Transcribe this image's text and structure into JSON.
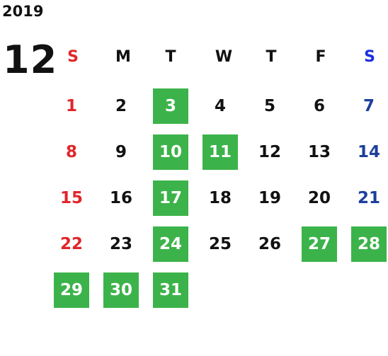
{
  "calendar": {
    "year": "2019",
    "month": "12",
    "weekdays": [
      "S",
      "M",
      "T",
      "W",
      "T",
      "F",
      "S"
    ],
    "weeks": [
      [
        "",
        "",
        "",
        "",
        "",
        "",
        ""
      ],
      [
        "1",
        "2",
        "3",
        "4",
        "5",
        "6",
        "7"
      ],
      [
        "8",
        "9",
        "10",
        "11",
        "12",
        "13",
        "14"
      ],
      [
        "15",
        "16",
        "17",
        "18",
        "19",
        "20",
        "21"
      ],
      [
        "22",
        "23",
        "24",
        "25",
        "26",
        "27",
        "28"
      ],
      [
        "29",
        "30",
        "31",
        "",
        "",
        "",
        ""
      ]
    ],
    "highlighted_days": [
      "3",
      "10",
      "11",
      "17",
      "24",
      "27",
      "28",
      "29",
      "30",
      "31"
    ],
    "colors": {
      "highlight": "#3cb34a",
      "sunday": "#e0262b",
      "saturday": "#1d3f9c",
      "weekday": "#111111"
    }
  }
}
